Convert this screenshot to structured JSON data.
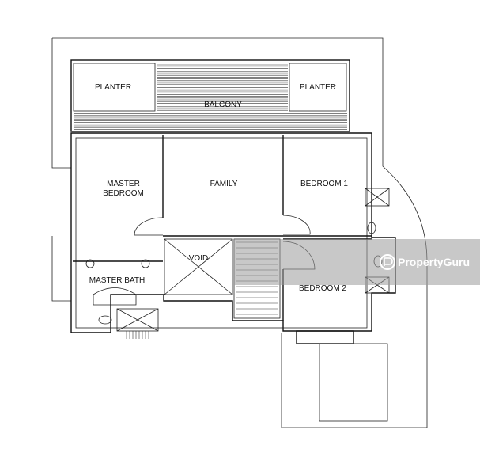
{
  "rooms": {
    "planter_left": "PLANTER",
    "planter_right": "PLANTER",
    "balcony": "BALCONY",
    "master_bedroom_line1": "MASTER",
    "master_bedroom_line2": "BEDROOM",
    "family": "FAMILY",
    "bedroom1": "BEDROOM 1",
    "void": "VOID",
    "master_bath": "MASTER BATH",
    "bedroom2": "BEDROOM 2"
  },
  "watermark": {
    "text": "PropertyGuru",
    "icon": "propertyguru-logo-icon"
  },
  "colors": {
    "line": "#111111",
    "watermark_band": "#9a9a9a"
  }
}
